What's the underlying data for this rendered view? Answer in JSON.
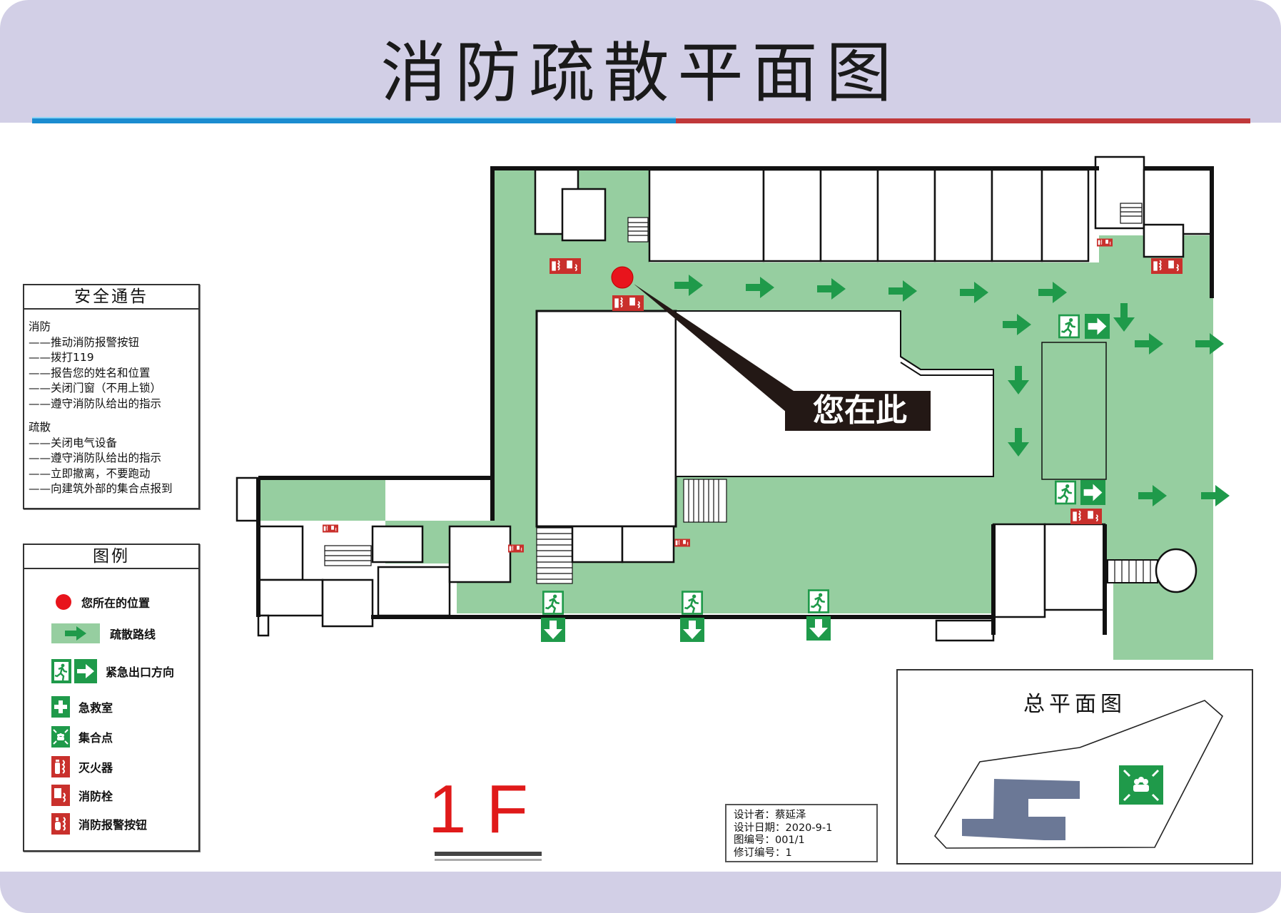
{
  "header": {
    "title": "消防疏散平面图",
    "stripe_colors": {
      "left": "#1b8cd0",
      "right": "#c0383a"
    },
    "background": "#d2cfe6"
  },
  "safety_notice": {
    "title": "安全通告",
    "sections": [
      {
        "heading": "消防",
        "items": [
          "——推动消防报警按钮",
          "——拨打119",
          "——报告您的姓名和位置",
          "——关闭门窗（不用上锁）",
          "——遵守消防队给出的指示"
        ]
      },
      {
        "heading": "疏散",
        "items": [
          "——关闭电气设备",
          "——遵守消防队给出的指示",
          "——立即撤离，不要跑动",
          "——向建筑外部的集合点报到"
        ]
      }
    ]
  },
  "legend": {
    "title": "图例",
    "items": [
      {
        "icon": "red-dot-icon",
        "label": "您所在的位置"
      },
      {
        "icon": "evacuation-route-arrow-icon",
        "label": "疏散路线"
      },
      {
        "icon": "emergency-exit-icon",
        "label": "紧急出口方向"
      },
      {
        "icon": "first-aid-icon",
        "label": "急救室"
      },
      {
        "icon": "assembly-point-icon",
        "label": "集合点"
      },
      {
        "icon": "fire-extinguisher-icon",
        "label": "灭火器"
      },
      {
        "icon": "fire-hydrant-icon",
        "label": "消防栓"
      },
      {
        "icon": "fire-alarm-button-icon",
        "label": "消防报警按钮"
      }
    ],
    "colors": {
      "safety_green": "#1f9a4a",
      "fire_red": "#c9302c",
      "route_fill": "#96cea0",
      "location_red": "#e8141c"
    }
  },
  "map": {
    "you_are_here": "您在此",
    "floor": "1F"
  },
  "design_info": {
    "lines": [
      "设计者：蔡延泽",
      "设计日期：2020-9-1",
      "图编号：001/1",
      "修订编号：1"
    ]
  },
  "site_plan": {
    "title": "总平面图",
    "building_color": "#6b7896",
    "assembly_icon": "assembly-point-icon"
  }
}
